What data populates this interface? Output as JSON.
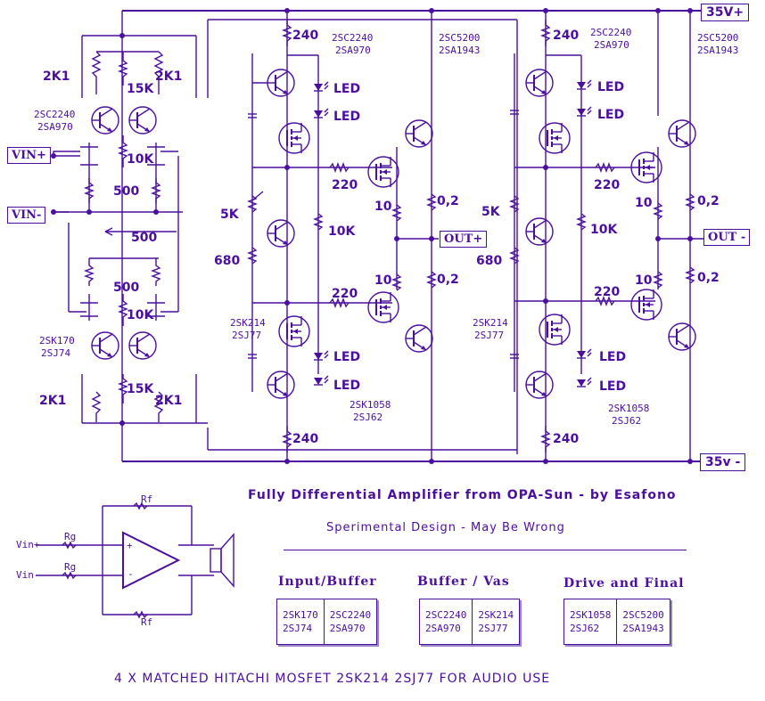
{
  "title": "Fully Differential Amplifier from OPA-Sun  -  by Esafono",
  "subtitle": "Sperimental Design - May Be Wrong",
  "footer": "4 X MATCHED HITACHI MOSFET 2SK214 2SJ77 FOR AUDIO USE",
  "rails": {
    "pos": "35V+",
    "neg": "35v -"
  },
  "ports": {
    "vin_pos": "VIN+",
    "vin_neg": "VIN-",
    "out_pos": "OUT+",
    "out_neg": "OUT -"
  },
  "components": {
    "r_2k1": "2K1",
    "r_15k": "15K",
    "r_10k": "10K",
    "r_500": "500",
    "r_5k": "5K",
    "r_680": "680",
    "r_240": "240",
    "r_220": "220",
    "r_10": "10",
    "r_0_2": "0,2",
    "led": "LED",
    "q_in_npn": "2SC2240",
    "q_in_pnp": "2SA970",
    "q_fet_n": "2SK170",
    "q_fet_p": "2SJ74",
    "q_out_n": "2SC5200",
    "q_out_p": "2SA1943",
    "q_vas_n": "2SK214",
    "q_vas_p": "2SJ77",
    "q_drv_n": "2SK1058",
    "q_drv_p": "2SJ62"
  },
  "opamp": {
    "vin_p": "Vin+",
    "vin_n": "Vin-",
    "rg": "Rg",
    "rf": "Rf",
    "plus": "+",
    "minus": "-"
  },
  "parts_groups": [
    {
      "heading": "Input/Buffer",
      "col1": [
        "2SK170",
        "2SJ74"
      ],
      "col2": [
        "2SC2240",
        "2SA970"
      ]
    },
    {
      "heading": "Buffer / Vas",
      "col1": [
        "2SC2240",
        "2SA970"
      ],
      "col2": [
        "2SK214",
        "2SJ77"
      ]
    },
    {
      "heading": "Drive and Final",
      "col1": [
        "2SK1058",
        "2SJ62"
      ],
      "col2": [
        "2SC5200",
        "2SA1943"
      ]
    }
  ]
}
